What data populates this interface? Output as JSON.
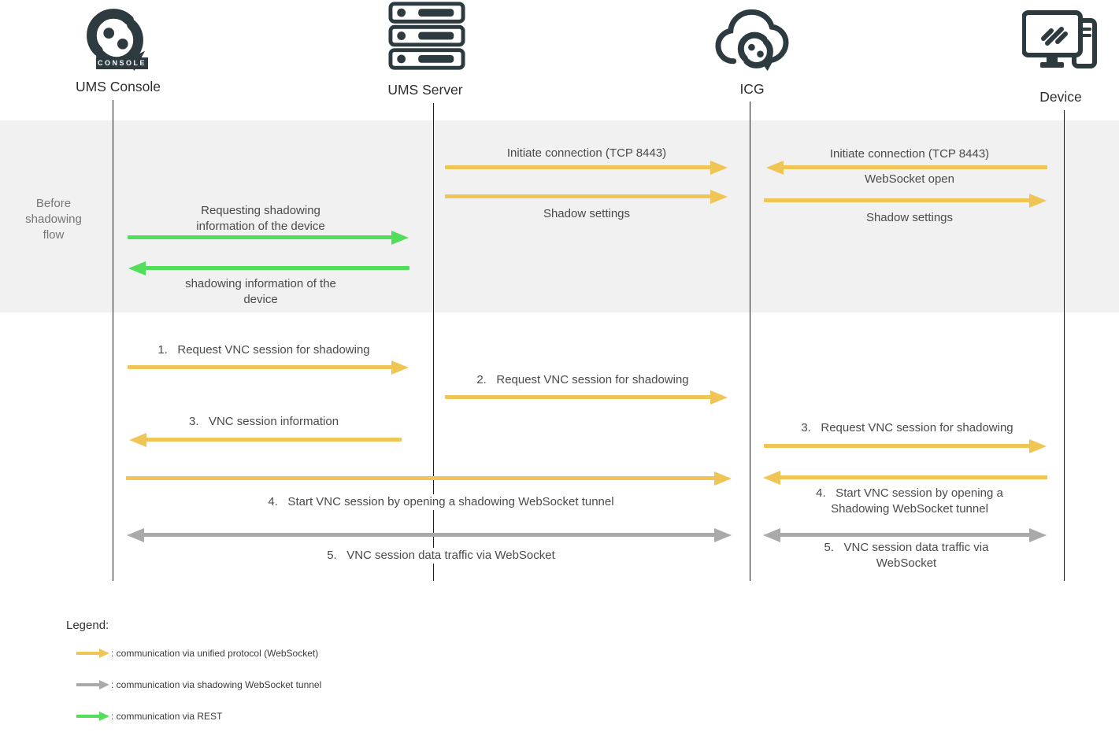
{
  "actors": [
    {
      "name": "UMS Console",
      "badge": "CONSOLE",
      "icon": "ums-console-logo-icon"
    },
    {
      "name": "UMS Server",
      "icon": "server-stack-icon"
    },
    {
      "name": "ICG",
      "icon": "icg-cloud-icon"
    },
    {
      "name": "Device",
      "icon": "device-workstation-icon"
    }
  ],
  "phases": {
    "before_shadowing": "Before\nshadowing\nflow"
  },
  "messages": {
    "server_icg_initiate": "Initiate connection (TCP 8443)",
    "server_icg_shadow_settings": "Shadow settings",
    "device_icg_initiate": "Initiate connection (TCP 8443)",
    "device_icg_websocket_open": "WebSocket open",
    "icg_device_shadow_settings": "Shadow settings",
    "console_server_request_shadow_info": "Requesting shadowing\ninformation of the device",
    "server_console_shadow_info": "shadowing information of the\ndevice",
    "step1_request_vnc": "1.   Request VNC session for shadowing",
    "step2_request_vnc": "2.   Request VNC session for shadowing",
    "step3_vnc_info": "3.   VNC session information",
    "step3_request_vnc_device": "3.   Request VNC session for shadowing",
    "step4_start_vnc_tunnel": "4.   Start VNC session by opening a shadowing WebSocket tunnel",
    "step4_start_vnc_tunnel_device": "4.   Start VNC session by opening a\nShadowing WebSocket tunnel",
    "step5_vnc_traffic": "5.   VNC session data traffic via WebSocket",
    "step5_vnc_traffic_device": "5.   VNC session data traffic via\nWebSocket"
  },
  "legend": {
    "title": "Legend:",
    "items": [
      {
        "label": ": communication via unified protocol (WebSocket)",
        "color": "#EFC556",
        "kind": "unified-protocol-websocket"
      },
      {
        "label": ": communication via shadowing WebSocket tunnel",
        "color": "#A9A9A9",
        "kind": "shadowing-websocket-tunnel"
      },
      {
        "label": ": communication via REST",
        "color": "#52DD5A",
        "kind": "rest"
      }
    ]
  },
  "colors": {
    "unified_protocol": "#EFC556",
    "shadow_tunnel": "#A9A9A9",
    "rest": "#52DD5A",
    "icon": "#2D3B41",
    "phase_band": "#F1F1F2"
  }
}
